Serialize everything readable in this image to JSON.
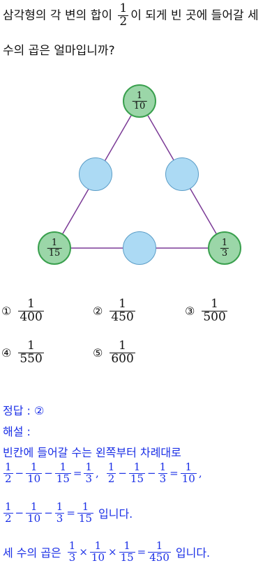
{
  "question": {
    "line1_before": "삼각형의 각 변의 합이",
    "frac": {
      "n": "1",
      "d": "2"
    },
    "line1_after": "이 되게 빈 곳에 들어갈 세",
    "line2": "수의 곱은 얼마입니까?"
  },
  "triangle": {
    "top": {
      "n": "1",
      "d": "10"
    },
    "bottom_left": {
      "n": "1",
      "d": "15"
    },
    "bottom_right": {
      "n": "1",
      "d": "3"
    }
  },
  "options": [
    {
      "num": "①",
      "n": "1",
      "d": "400"
    },
    {
      "num": "②",
      "n": "1",
      "d": "450"
    },
    {
      "num": "③",
      "n": "1",
      "d": "500"
    },
    {
      "num": "④",
      "n": "1",
      "d": "550"
    },
    {
      "num": "⑤",
      "n": "1",
      "d": "600"
    }
  ],
  "answer": {
    "label": "정답 : ②",
    "explain_label": "해설 :",
    "intro": "빈칸에 들어갈 수는 왼쪽부터 차례대로",
    "ip": "입니다.",
    "line4_prefix": "세 수의 곱은"
  },
  "colors": {
    "answer_text": "#1a2fe6",
    "edge": "#7b3a96",
    "green_node": "#9bd6a8",
    "blue_node": "#acdaf4"
  }
}
